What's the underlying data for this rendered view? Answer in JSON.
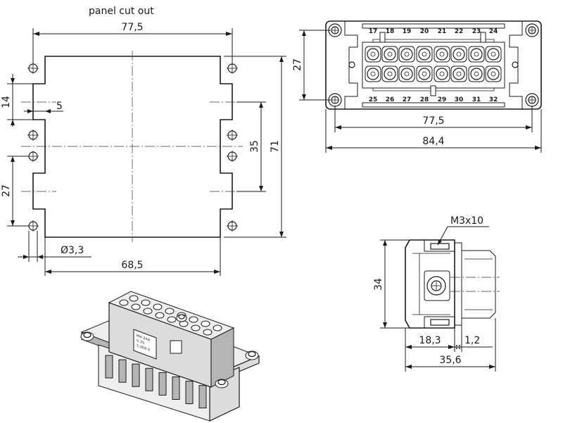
{
  "panel_cutout": {
    "title": "panel cut out",
    "dim_top_width": "77,5",
    "dim_bottom_width": "68,5",
    "dim_hole_diameter": "Ø3,3",
    "dim_notch_height": "14",
    "dim_notch_depth": "5",
    "dim_left_spacing": "27",
    "dim_inner_spacing": "35",
    "dim_total_height": "71"
  },
  "front_view": {
    "dim_height": "27",
    "dim_inner_width": "77,5",
    "dim_outer_width": "84,4",
    "pins_top": [
      "17",
      "18",
      "19",
      "20",
      "21",
      "22",
      "23",
      "24"
    ],
    "pins_bottom": [
      "25",
      "26",
      "27",
      "28",
      "29",
      "30",
      "31",
      "32"
    ]
  },
  "side_view": {
    "screw_label": "M3x10",
    "dim_height": "34",
    "dim_depth": "18,3",
    "dim_gap": "1,2",
    "dim_total_depth": "35,6"
  },
  "iso_view": {
    "label_lines": [
      "M4-2A4",
      "5.35",
      "1.2E8 0"
    ]
  }
}
